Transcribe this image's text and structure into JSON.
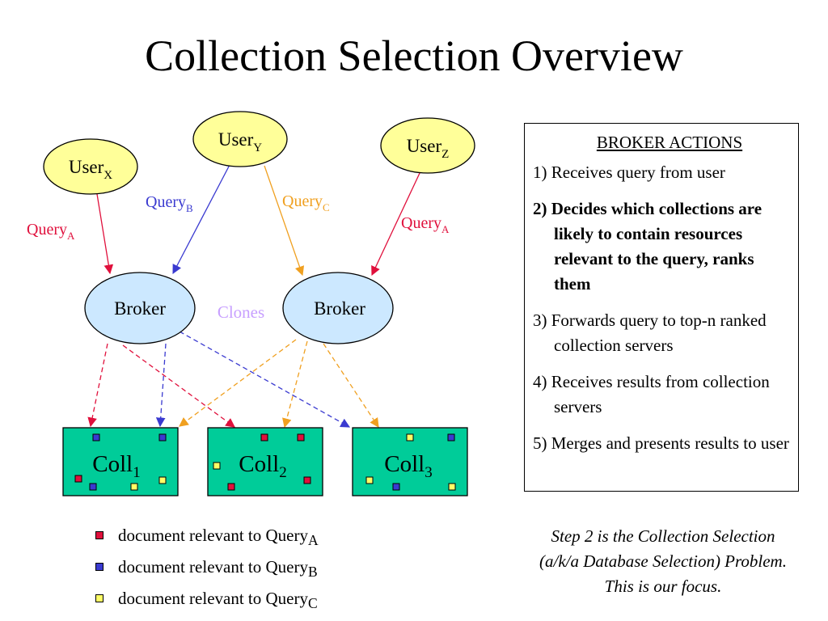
{
  "title": "Collection Selection Overview",
  "users": {
    "x": {
      "base": "User",
      "sub": "X"
    },
    "y": {
      "base": "User",
      "sub": "Y"
    },
    "z": {
      "base": "User",
      "sub": "Z"
    }
  },
  "queries": {
    "a_left": {
      "base": "Query",
      "sub": "A",
      "color": "#e0103c"
    },
    "b": {
      "base": "Query",
      "sub": "B",
      "color": "#3a3ad0"
    },
    "c": {
      "base": "Query",
      "sub": "C",
      "color": "#f0a020"
    },
    "a_right": {
      "base": "Query",
      "sub": "A",
      "color": "#e0103c"
    }
  },
  "brokers": {
    "left": "Broker",
    "right": "Broker"
  },
  "clones_label": "Clones",
  "collections": [
    {
      "base": "Coll",
      "sub": "1"
    },
    {
      "base": "Coll",
      "sub": "2"
    },
    {
      "base": "Coll",
      "sub": "3"
    }
  ],
  "colors": {
    "user_fill": "#ffff99",
    "broker_fill": "#cce8ff",
    "collection_fill": "#00cc99",
    "query_a": "#e0103c",
    "query_b": "#3a3ad0",
    "query_c": "#f0a020",
    "clones": "#c8a0ff"
  },
  "broker_actions": {
    "heading": "BROKER ACTIONS",
    "items": [
      "1) Receives query from user",
      "2) Decides which collections are likely to contain resources relevant to the query, ranks them",
      "3) Forwards query to top-n ranked collection servers",
      "4) Receives results from collection servers",
      "5) Merges and presents results to user"
    ]
  },
  "legend": [
    {
      "text": "document relevant to Query",
      "sub": "A",
      "color": "#e0103c"
    },
    {
      "text": "document relevant to Query",
      "sub": "B",
      "color": "#3a3ad0"
    },
    {
      "text": "document relevant to Query",
      "sub": "C",
      "color": "#ffff66"
    }
  ],
  "caption": [
    "Step 2 is the Collection Selection",
    "(a/k/a Database Selection) Problem.",
    "This is our focus."
  ]
}
